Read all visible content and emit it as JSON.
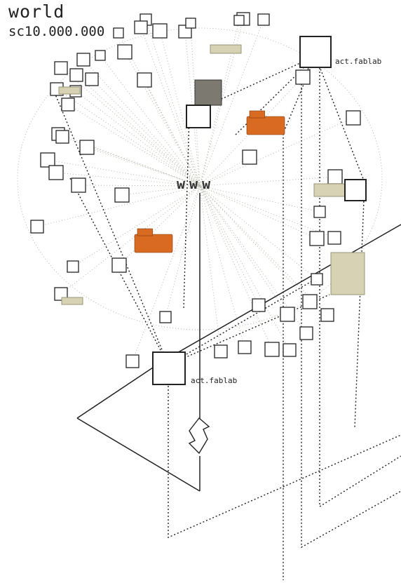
{
  "title": "world",
  "scale": "sc10.000.000",
  "center_node": "www",
  "hubs": [
    {
      "label": "act.fablab"
    },
    {
      "label": "act.fablab"
    }
  ],
  "colors": {
    "line": "#222222",
    "dotted_web": "#b5b5a8",
    "object_orange": "#d86a22",
    "object_beige": "#d8d2b4"
  }
}
